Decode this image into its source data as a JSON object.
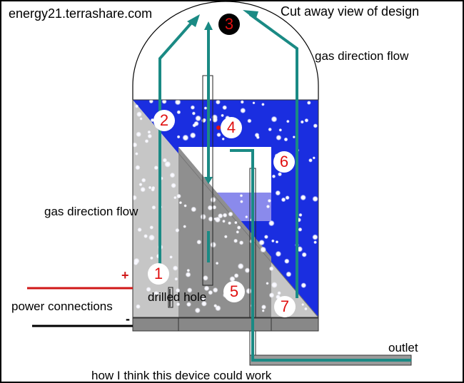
{
  "site": "energy21.terrashare.com",
  "title": "Cut away view of design",
  "labels": {
    "gas_flow_right": "gas direction flow",
    "gas_flow_left": "gas direction flow",
    "power": "power connections",
    "drilled": "drilled hole",
    "outlet": "outlet",
    "caption": "how I think this device could work",
    "plus": "+",
    "minus": "-"
  },
  "markers": [
    "1",
    "2",
    "3",
    "4",
    "5",
    "6",
    "7"
  ],
  "colors": {
    "water": "#1a2ee0",
    "electrode": "#c8c8c8",
    "electrode_dark": "#9a9a9a",
    "flow_arrow": "#1a8a84",
    "wire_positive": "#d01818",
    "wire_negative": "#000000",
    "base": "#808080",
    "inner_liquid": "#8a8aec"
  }
}
